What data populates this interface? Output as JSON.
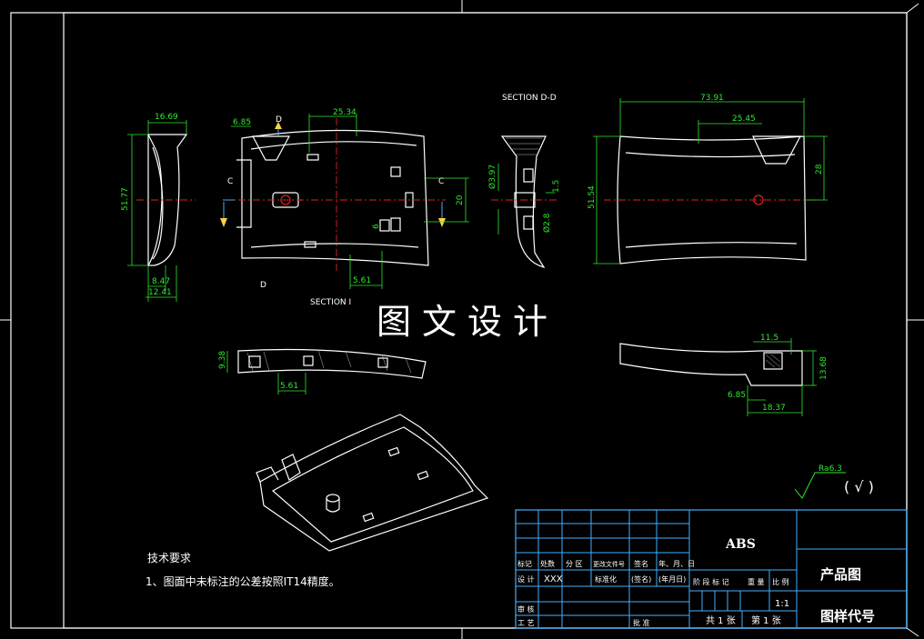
{
  "section_labels": {
    "d": "SECTION D-D",
    "i": "SECTION I",
    "letter_d_top": "D",
    "letter_d_bottom": "D",
    "letter_c_left": "C",
    "letter_c_right": "C"
  },
  "dimensions": {
    "left_top_width": "16.69",
    "left_height": "51.77",
    "left_bottom_1": "8.47",
    "left_bottom_2": "12.41",
    "front_top_left": "6.85",
    "front_top_span": "25.34",
    "front_right": "20",
    "front_inner": "6",
    "front_bottom": "5.61",
    "sec_dia1": "Ø3.97",
    "sec_dia2": "Ø2.8",
    "sec_small": "1.5",
    "right_top": "73.91",
    "right_top_inner": "25.45",
    "right_height": "51.54",
    "right_side": "28",
    "bottom_left_h": "9.38",
    "bottom_left_w": "5.61",
    "side_top": "11.5",
    "side_h": "13.68",
    "side_inner": "6.85",
    "side_bottom": "18.37"
  },
  "watermark": "图文设计",
  "surface_finish": {
    "value": "Ra6.3",
    "paren": "( √ )"
  },
  "tech_notes": {
    "title": "技术要求",
    "item_1": "1、图面中未标注的公差按照IT14精度。"
  },
  "title_block": {
    "material": "ABS",
    "product": "产品图",
    "drawing_no": "图样代号",
    "scale": "1:1",
    "header_cells": [
      "标记",
      "处数",
      "分  区",
      "更改文件号",
      "签名",
      "年、月、日"
    ],
    "row_design": [
      "设  计",
      "XXX",
      "标准化",
      "(签名)",
      "(年月日)"
    ],
    "stage_cells": [
      "阶 段 标 记",
      "重 量",
      "比 例"
    ],
    "row_review": "审  核",
    "row_process": "工  艺",
    "approve": "批  准",
    "sheets_total": "共 1 张",
    "sheet_no": "第 1 张"
  }
}
